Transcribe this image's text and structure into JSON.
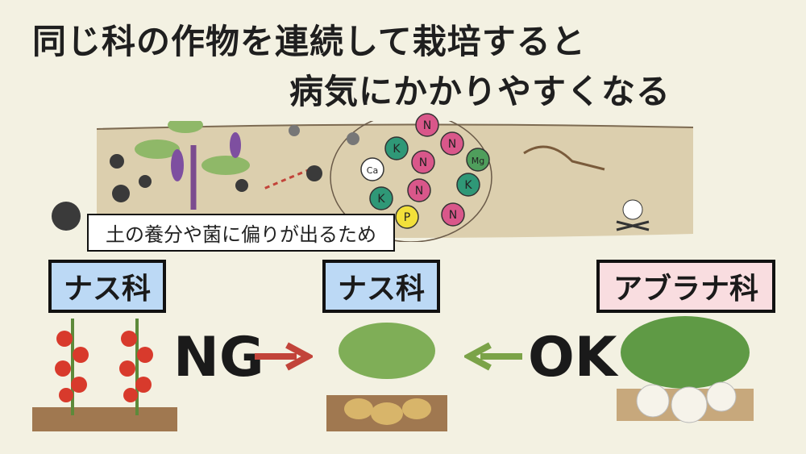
{
  "title": {
    "line1": "同じ科の作物を連続して栽培すると",
    "line2": "病気にかかりやすくなる"
  },
  "caption": "土の養分や菌に偏りが出るため",
  "nutrients": [
    {
      "label": "N",
      "color": "#d9578a"
    },
    {
      "label": "N",
      "color": "#d9578a"
    },
    {
      "label": "K",
      "color": "#2f9877"
    },
    {
      "label": "N",
      "color": "#d9578a"
    },
    {
      "label": "Mg",
      "color": "#4f9e5c"
    },
    {
      "label": "Ca",
      "color": "#ffffff"
    },
    {
      "label": "N",
      "color": "#d9578a"
    },
    {
      "label": "K",
      "color": "#2f9877"
    },
    {
      "label": "K",
      "color": "#2f9877"
    },
    {
      "label": "P",
      "color": "#f2e03a"
    },
    {
      "label": "N",
      "color": "#d9578a"
    }
  ],
  "crops": [
    {
      "family": "ナス科",
      "color": "#bcd9f5"
    },
    {
      "family": "ナス科",
      "color": "#bcd9f5"
    },
    {
      "family": "アブラナ科",
      "color": "#f9dde0"
    }
  ],
  "ng": {
    "label": "NG",
    "arrow_color": "#c2443a"
  },
  "ok": {
    "label": "OK",
    "arrow_color": "#7ba348"
  }
}
